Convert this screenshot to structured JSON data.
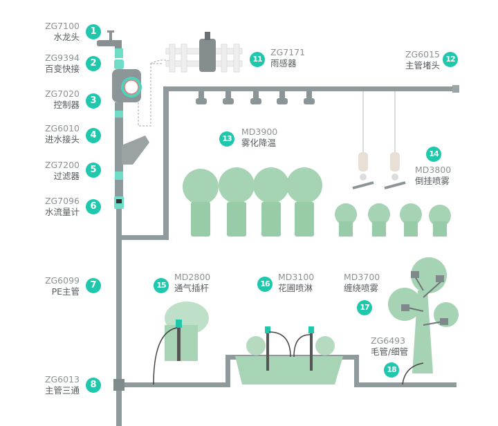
{
  "colors": {
    "accent": "#1fc7ad",
    "pipe": "#8e9a9c",
    "plant": "#9fcfae",
    "pot": "#a8d4b6"
  },
  "parts": [
    {
      "num": "1",
      "code": "ZG7100",
      "name": "水龙头",
      "icon": "faucet-icon"
    },
    {
      "num": "2",
      "code": "ZG9394",
      "name": "百变快接",
      "icon": "quick-connector-icon"
    },
    {
      "num": "3",
      "code": "ZG7020",
      "name": "控制器",
      "icon": "timer-controller-icon"
    },
    {
      "num": "4",
      "code": "ZG6010",
      "name": "进水接头",
      "icon": "inlet-connector-icon"
    },
    {
      "num": "5",
      "code": "ZG7200",
      "name": "过滤器",
      "icon": "filter-icon"
    },
    {
      "num": "6",
      "code": "ZG7096",
      "name": "水流量计",
      "icon": "flow-meter-icon"
    },
    {
      "num": "7",
      "code": "ZG6099",
      "name": "PE主管",
      "icon": "pe-pipe-icon"
    },
    {
      "num": "8",
      "code": "ZG6013",
      "name": "主管三通",
      "icon": "tee-connector-icon"
    },
    {
      "num": "11",
      "code": "ZG7171",
      "name": "雨感器",
      "icon": "rain-sensor-icon"
    },
    {
      "num": "12",
      "code": "ZG6015",
      "name": "主管堵头",
      "icon": "end-cap-icon"
    },
    {
      "num": "13",
      "code": "MD3900",
      "name": "雾化降温",
      "icon": "mist-nozzle-icon"
    },
    {
      "num": "14",
      "code": "MD3800",
      "name": "倒挂喷雾",
      "icon": "hanging-sprayer-icon"
    },
    {
      "num": "15",
      "code": "MD2800",
      "name": "通气插杆",
      "icon": "drip-stake-icon"
    },
    {
      "num": "16",
      "code": "MD3100",
      "name": "花圃喷淋",
      "icon": "garden-sprinkler-icon"
    },
    {
      "num": "17",
      "code": "MD3700",
      "name": "缠绕喷雾",
      "icon": "wrap-mister-icon"
    },
    {
      "num": "18",
      "code": "ZG6493",
      "name": "毛管/细管",
      "icon": "micro-tube-icon"
    }
  ]
}
